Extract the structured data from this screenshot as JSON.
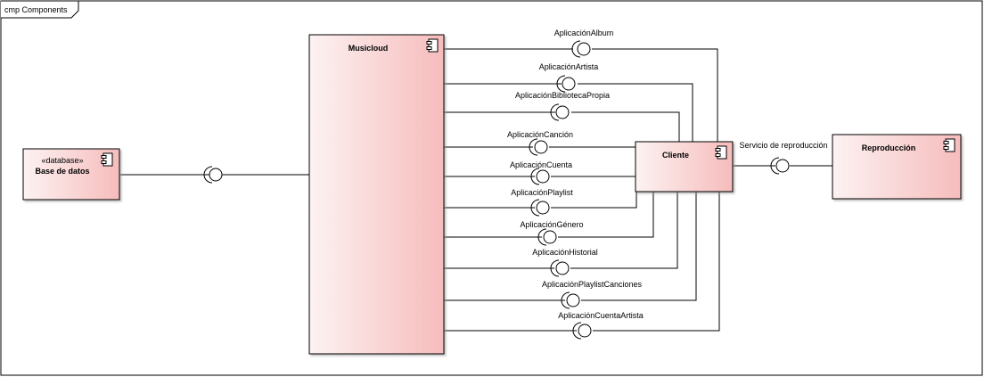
{
  "frame": {
    "title": "cmp Components"
  },
  "components": {
    "database": {
      "stereotype": "«database»",
      "name": "Base de datos"
    },
    "musicloud": {
      "name": "Musicloud"
    },
    "cliente": {
      "name": "Cliente"
    },
    "reproduccion": {
      "name": "Reproducción"
    }
  },
  "interfaces": {
    "album": "AplicaciónAlbum",
    "artista": "AplicaciónArtista",
    "biblioteca": "AplicaciónBibliotecaPropia",
    "cancion": "AplicaciónCanción",
    "cuenta": "AplicaciónCuenta",
    "playlist": "AplicaciónPlaylist",
    "genero": "AplicaciónGénero",
    "historial": "AplicaciónHistorial",
    "playlist_canciones": "AplicaciónPlaylistCanciones",
    "cuenta_artista": "AplicaciónCuentaArtista",
    "servicio": "Servicio de reproducción"
  },
  "colors": {
    "component_fill_start": "#fcecec",
    "component_fill_end": "#f5b8b8",
    "border": "#000000"
  }
}
